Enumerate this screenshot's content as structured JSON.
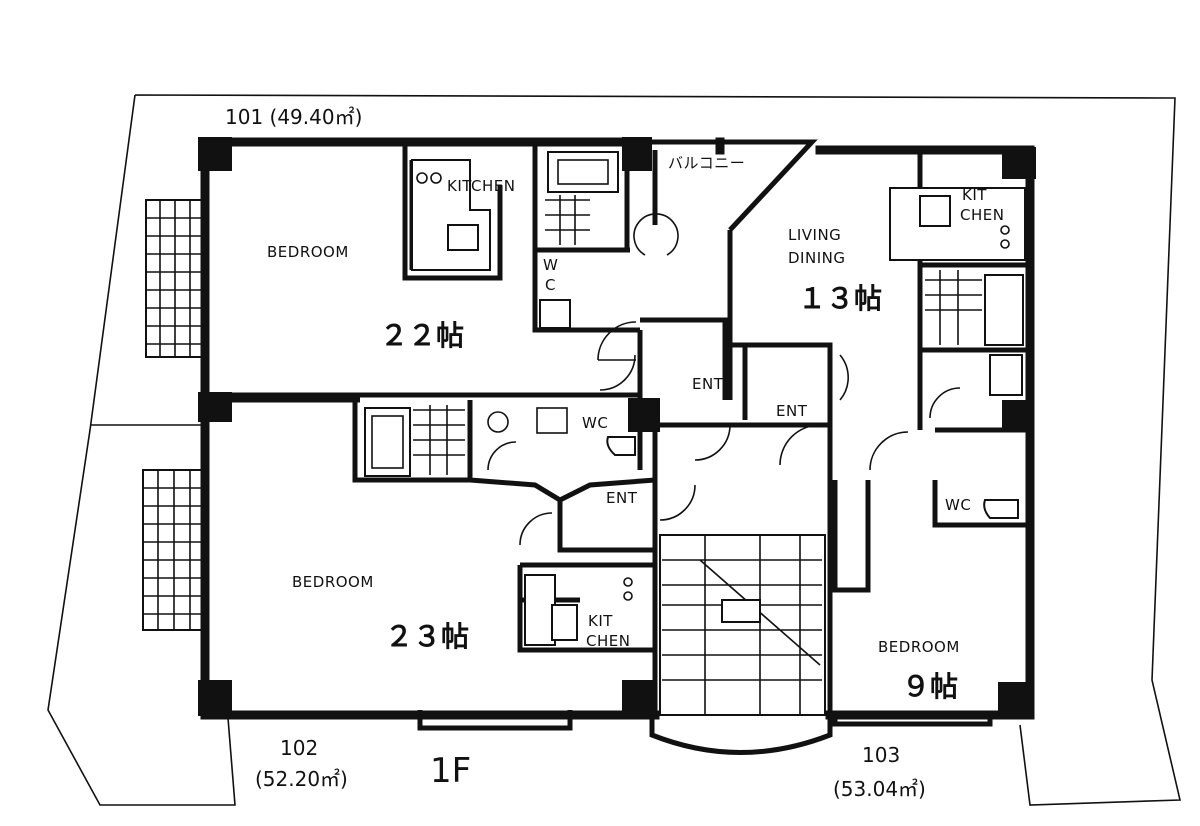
{
  "floor_label": "1F",
  "units": {
    "u101": {
      "label": "101 (49.40㎡)"
    },
    "u102": {
      "number": "102",
      "area": "(52.20㎡)"
    },
    "u103": {
      "number": "103",
      "area": "(53.04㎡)"
    }
  },
  "rooms": {
    "bedroom_101": {
      "name": "BEDROOM",
      "size": "２２帖"
    },
    "kitchen_101": {
      "name": "KITCHEN"
    },
    "balcony": {
      "name": "バルコニー"
    },
    "wc_101": {
      "line1": "W",
      "line2": "C"
    },
    "ent_101": {
      "name": "ENT"
    },
    "living_103": {
      "line1": "LIVING",
      "line2": "DINING",
      "size": "１３帖"
    },
    "kitchen_103": {
      "line1": "KIT",
      "line2": "CHEN"
    },
    "ent_103": {
      "name": "ENT"
    },
    "wc_103": {
      "name": "WC"
    },
    "bedroom_103": {
      "name": "BEDROOM",
      "size": "９帖"
    },
    "wc_102": {
      "name": "WC"
    },
    "ent_102": {
      "name": "ENT"
    },
    "bedroom_102": {
      "name": "BEDROOM",
      "size": "２３帖"
    },
    "kitchen_102": {
      "line1": "KIT",
      "line2": "CHEN"
    }
  }
}
